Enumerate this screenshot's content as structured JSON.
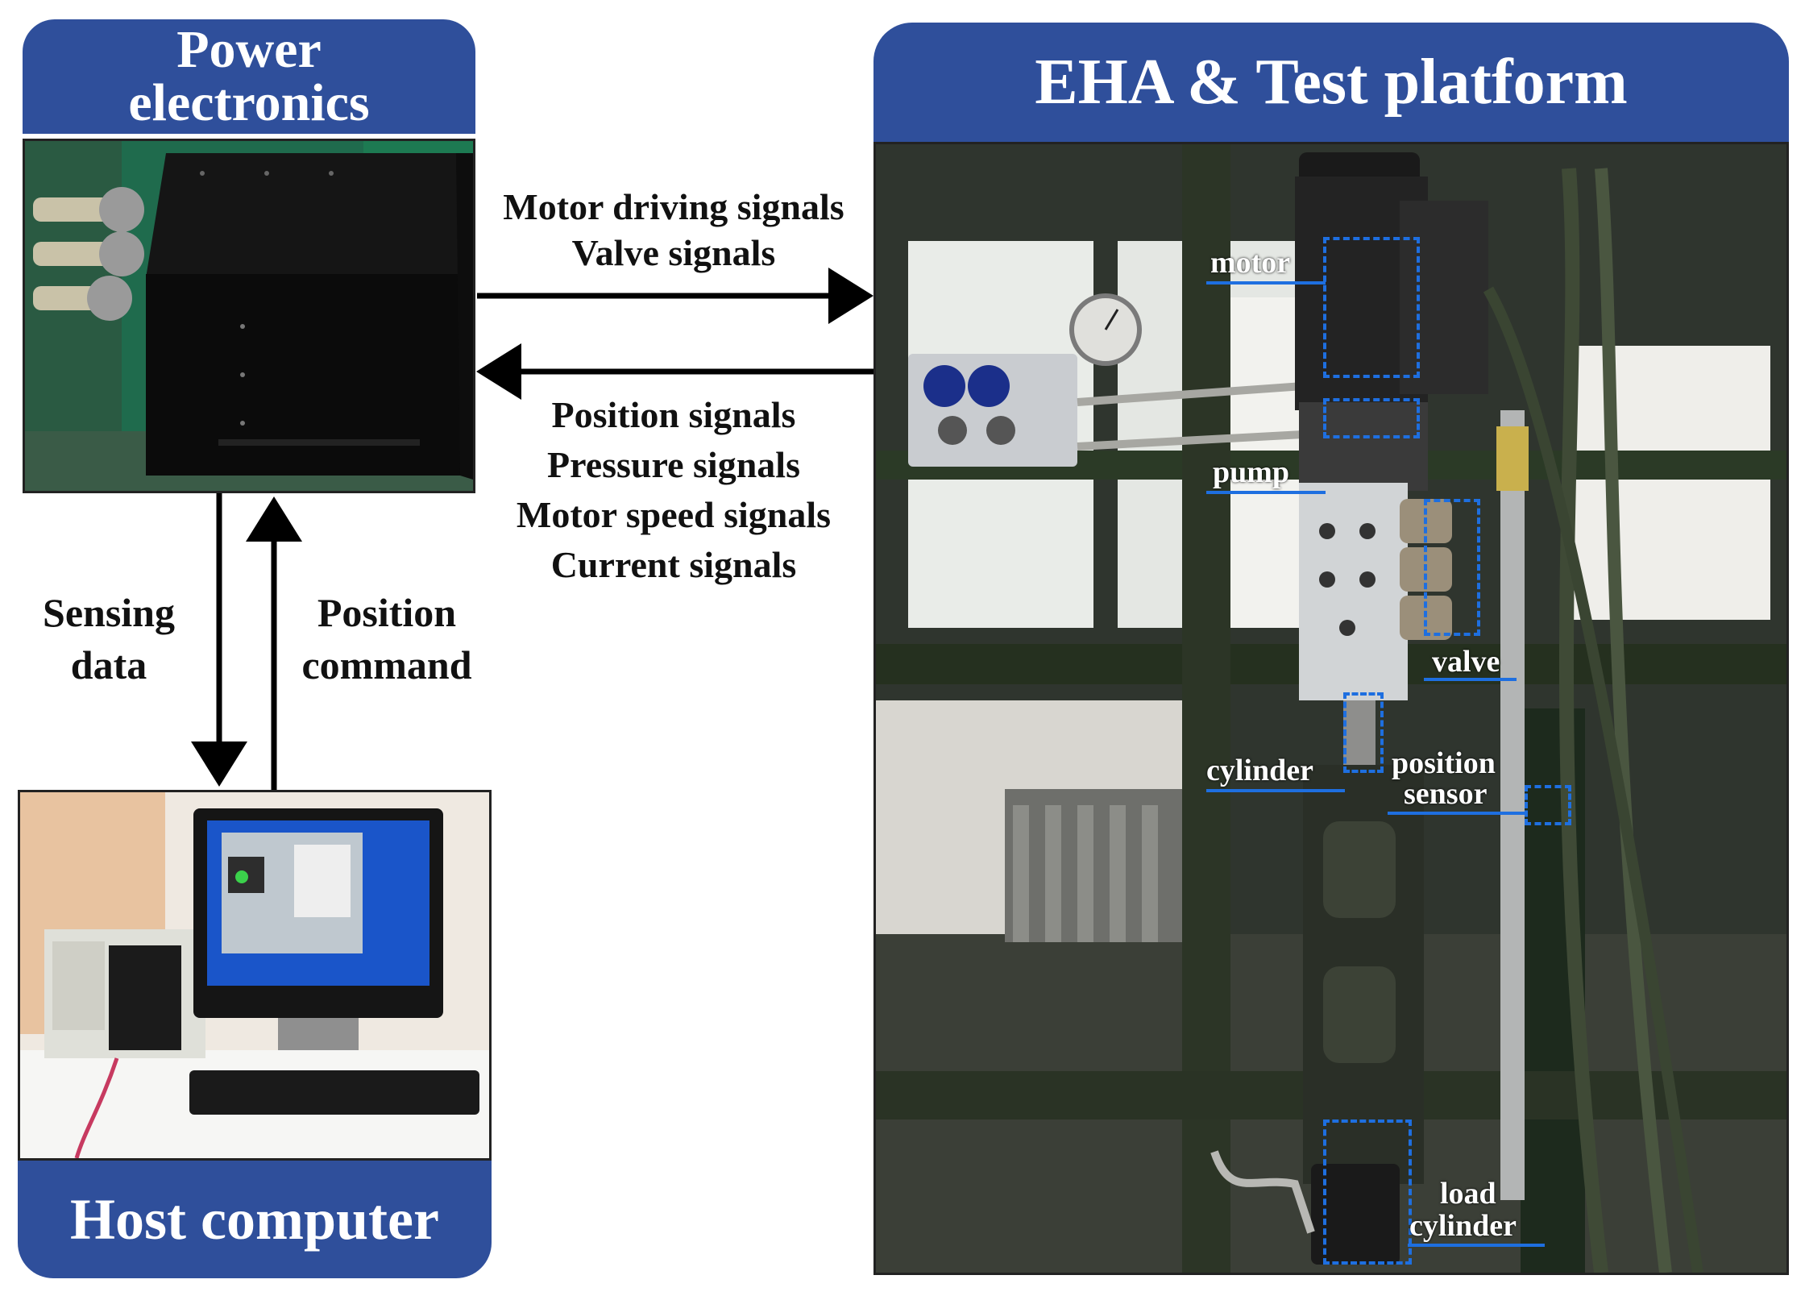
{
  "panels": {
    "power": {
      "title_line1": "Power",
      "title_line2": "electronics"
    },
    "eha": {
      "title": "EHA & Test platform"
    },
    "host": {
      "title": "Host computer"
    }
  },
  "signals": {
    "to_platform": [
      "Motor driving signals",
      "Valve signals"
    ],
    "from_platform": [
      "Position signals",
      "Pressure signals",
      "Motor speed signals",
      "Current signals"
    ],
    "down": [
      "Sensing",
      "data"
    ],
    "up": [
      "Position",
      "command"
    ]
  },
  "components": {
    "motor": "motor",
    "pump": "pump",
    "valve": "valve",
    "cylinder": "cylinder",
    "position_sensor_1": "position",
    "position_sensor_2": "sensor",
    "load_cylinder_1": "load",
    "load_cylinder_2": "cylinder"
  },
  "colors": {
    "header": "#2f4f9b",
    "annotation": "#1e6fe0",
    "arrow": "#000000"
  }
}
